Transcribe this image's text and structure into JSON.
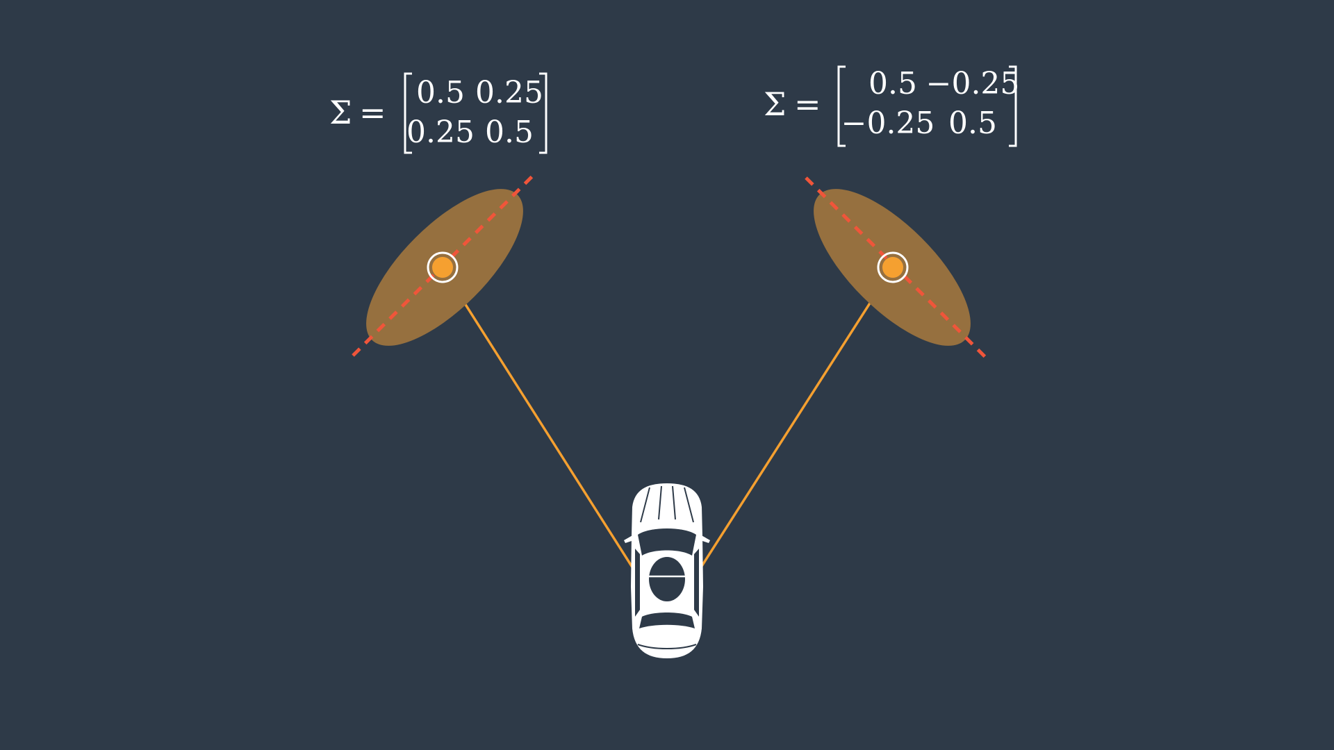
{
  "colors": {
    "background": "#2e3a48",
    "ellipse": "#96703f",
    "axis": "#f0553a",
    "landmark": "#f5a030",
    "ray": "#f5a030",
    "ring": "#ffffff",
    "car": "#ffffff"
  },
  "icons": {
    "car": "car-top-view-icon"
  },
  "equations": [
    {
      "symbol": "Σ",
      "equals": "=",
      "matrix": [
        [
          "0.5",
          "0.25"
        ],
        [
          "0.25",
          "0.5"
        ]
      ]
    },
    {
      "symbol": "Σ",
      "equals": "=",
      "matrix": [
        [
          "0.5",
          "−0.25"
        ],
        [
          "−0.25",
          "0.5"
        ]
      ]
    }
  ]
}
